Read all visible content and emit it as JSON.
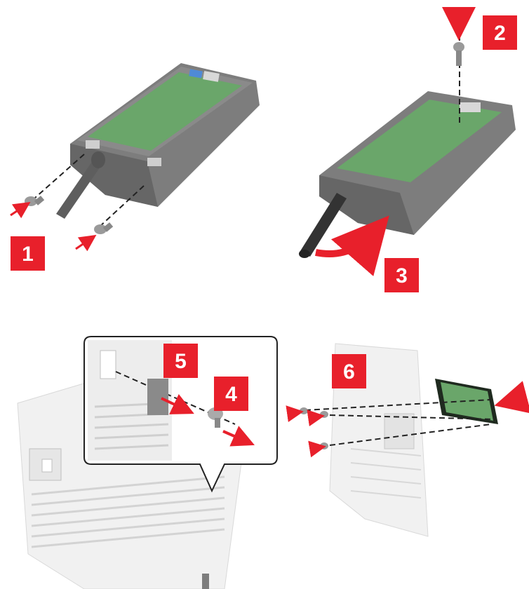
{
  "colors": {
    "accent": "#e8202b",
    "device": "#7b7b7b",
    "device_dark": "#5d5d5d",
    "board": "#6aa66a",
    "panel": "#f1f1f1",
    "panel_edge": "#d9d9d9"
  },
  "steps": [
    {
      "label": "1"
    },
    {
      "label": "2"
    },
    {
      "label": "3"
    },
    {
      "label": "4"
    },
    {
      "label": "5"
    },
    {
      "label": "6"
    }
  ]
}
